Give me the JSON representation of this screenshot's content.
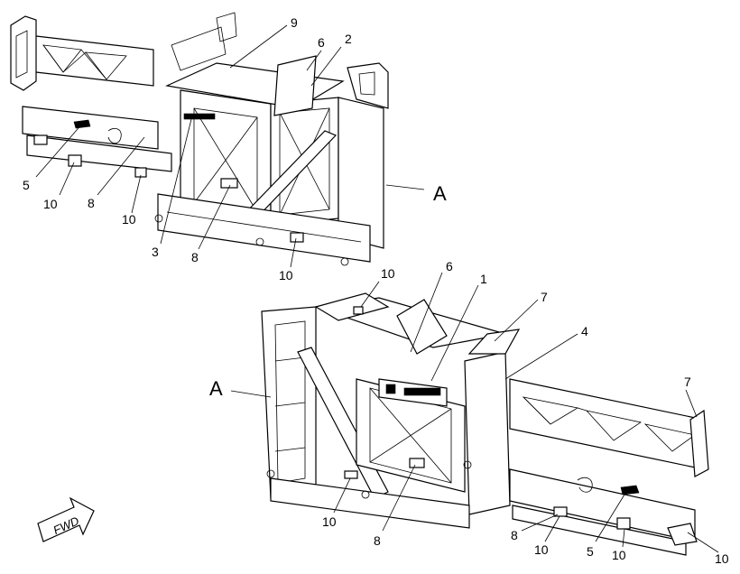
{
  "view_label": "A",
  "direction_label": "FWD",
  "upper_view": {
    "callouts": [
      "9",
      "6",
      "2",
      "5",
      "10",
      "8",
      "10",
      "3",
      "8",
      "10"
    ],
    "view_ref": "A"
  },
  "lower_view": {
    "callouts": [
      "10",
      "6",
      "1",
      "7",
      "4",
      "7",
      "10",
      "8",
      "8",
      "10",
      "5",
      "10",
      "10"
    ],
    "view_ref": "A"
  }
}
